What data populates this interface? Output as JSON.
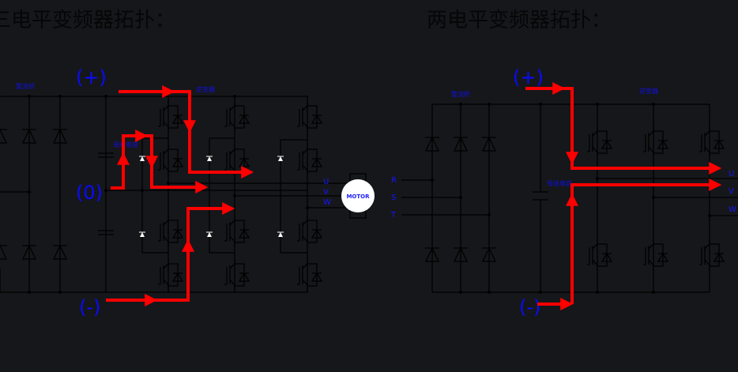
{
  "left": {
    "title": "三电平变频器拓扑：",
    "rectifier_label": "整流桥",
    "inverter_label": "逆变器",
    "capacitor_label": "母线电容",
    "plus": "(+)",
    "zero": "(0)",
    "minus": "(-)",
    "outputs": [
      "U",
      "V",
      "W"
    ],
    "motor": "MOTOR"
  },
  "right": {
    "title": "两电平变频器拓扑：",
    "rectifier_label": "整流桥",
    "inverter_label": "逆变器",
    "capacitor_label": "母线电容",
    "plus": "(+)",
    "minus": "(-)",
    "inputs": [
      "R",
      "S",
      "T"
    ],
    "outputs": [
      "U",
      "V",
      "W"
    ]
  },
  "colors": {
    "background": "#16171b",
    "wire": "#000000",
    "label": "#1010e0",
    "current_path": "#ff0000"
  }
}
